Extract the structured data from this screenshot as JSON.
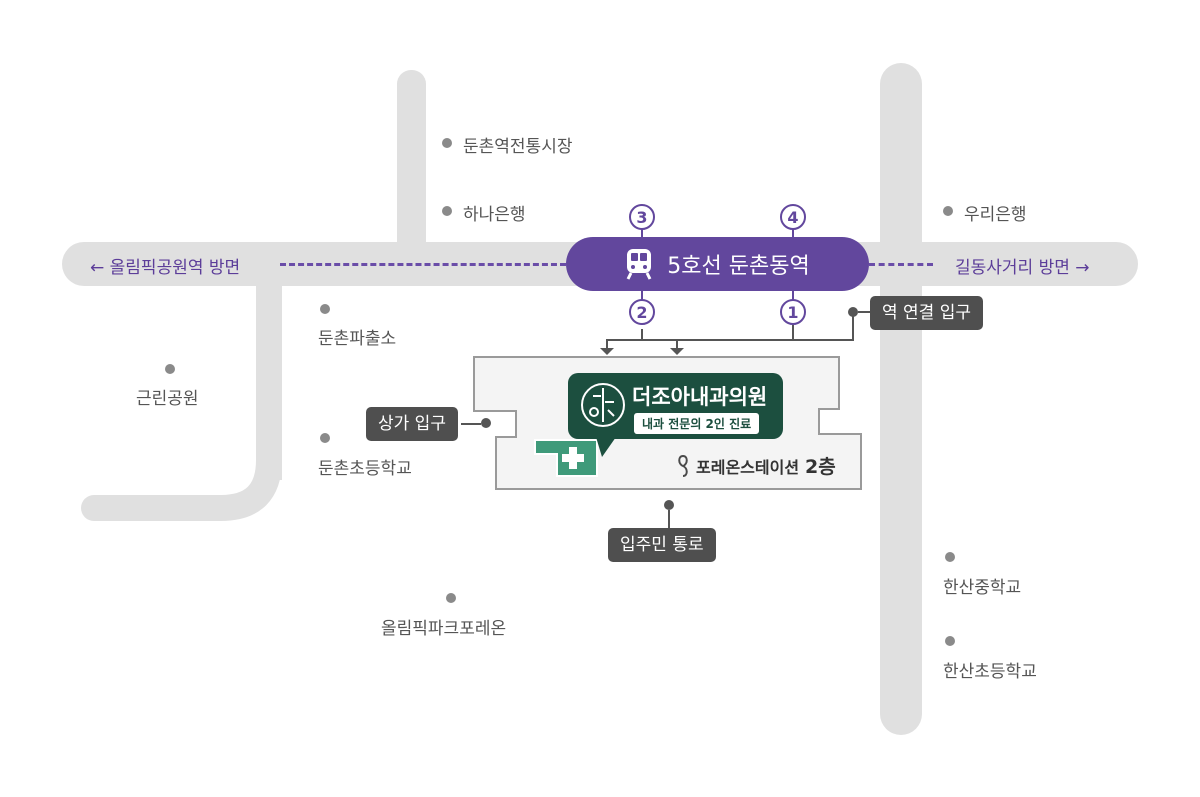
{
  "station": {
    "name": "5호선 둔촌동역",
    "icon": "subway-train-icon"
  },
  "directions": {
    "left": "← 올림픽공원역 방면",
    "right": "길동사거리 방면 →"
  },
  "exits": [
    "1",
    "2",
    "3",
    "4"
  ],
  "clinic": {
    "name": "더조아내과의원",
    "subtitle": "내과 전문의 2인 진료",
    "logo": "clinic-logo-icon"
  },
  "building": {
    "name": "포레온스테이션",
    "floor": "2층"
  },
  "entrances": {
    "station_link": "역 연결 입구",
    "mall": "상가 입구",
    "resident": "입주민 통로"
  },
  "landmarks": {
    "market": "둔촌역전통시장",
    "hana": "하나은행",
    "woori": "우리은행",
    "police": "둔촌파출소",
    "park": "근린공원",
    "dunchon_school": "둔촌초등학교",
    "olympic_forena": "올림픽파크포레온",
    "hansan_middle": "한산중학교",
    "hansan_elem": "한산초등학교"
  },
  "colors": {
    "station": "#62479d",
    "clinic": "#1c4f3f",
    "road": "#e0e0e0",
    "tag": "#4f4f4f"
  }
}
